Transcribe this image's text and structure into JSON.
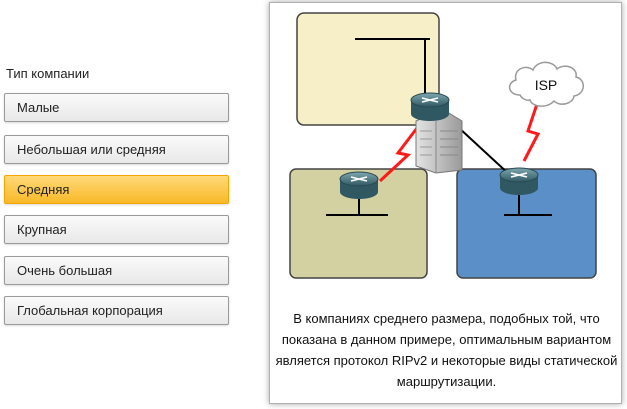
{
  "heading": "Тип компании",
  "menu": [
    {
      "label": "Малые",
      "selected": false
    },
    {
      "label": "Небольшая или средняя",
      "selected": false
    },
    {
      "label": "Средняя",
      "selected": true
    },
    {
      "label": "Крупная",
      "selected": false
    },
    {
      "label": "Очень большая",
      "selected": false
    },
    {
      "label": "Глобальная корпорация",
      "selected": false
    }
  ],
  "diagram": {
    "isp_label": "ISP",
    "colors": {
      "site_top": "#f7efc8",
      "site_left": "#d3d0a2",
      "site_right": "#5b8fc7",
      "wan_link": "#ff1a1a",
      "router": "#3f6f7a"
    }
  },
  "caption": "В компаниях среднего размера, подобных той, что показана в данном примере, оптимальным вариантом является протокол RIPv2 и некоторые виды статической маршрутизации."
}
